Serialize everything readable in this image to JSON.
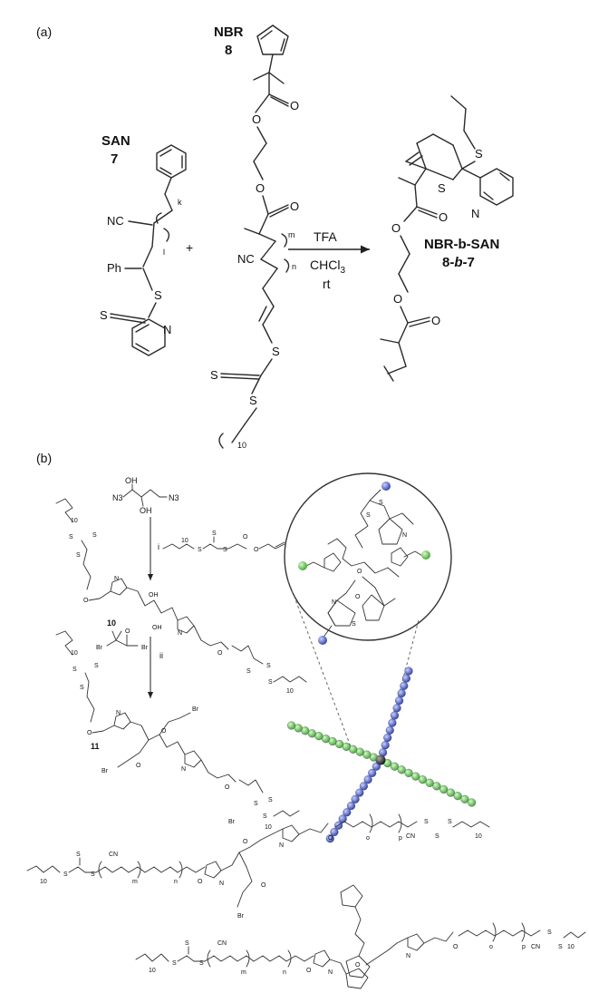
{
  "panel_a": {
    "label": "(a)",
    "san": {
      "name": "SAN",
      "number": "7"
    },
    "nbr": {
      "name": "NBR",
      "number": "8"
    },
    "plus": "+",
    "reagent": "TFA",
    "solvent": "CHCl3",
    "solvent_base": "CHCl",
    "solvent_sub": "3",
    "temperature": "rt",
    "product": {
      "name": "NBR-b-SAN",
      "number_prefix": "8-",
      "number_italic": "b",
      "number_suffix": "-7"
    },
    "atoms": {
      "cn": "NC",
      "ph": "Ph",
      "s": "S",
      "n": "N",
      "o": "O"
    },
    "subscripts": {
      "k": "k",
      "l": "l",
      "m": "m",
      "n": "n",
      "ten": "10"
    }
  },
  "panel_b": {
    "label": "(b)",
    "step_i": "i",
    "step_ii": "ii",
    "compound_10": "10",
    "compound_11": "11",
    "atoms": {
      "oh": "OH",
      "n3": "N3",
      "br": "Br",
      "o": "O",
      "s": "S",
      "n": "N",
      "cn": "CN"
    },
    "subscripts": {
      "ten": "10",
      "m": "m",
      "n": "n",
      "o": "o",
      "p": "p"
    }
  },
  "colors": {
    "green_bead": "#5cc04a",
    "blue_bead": "#4a5fc0",
    "core_bead": "#2b2b2b"
  }
}
